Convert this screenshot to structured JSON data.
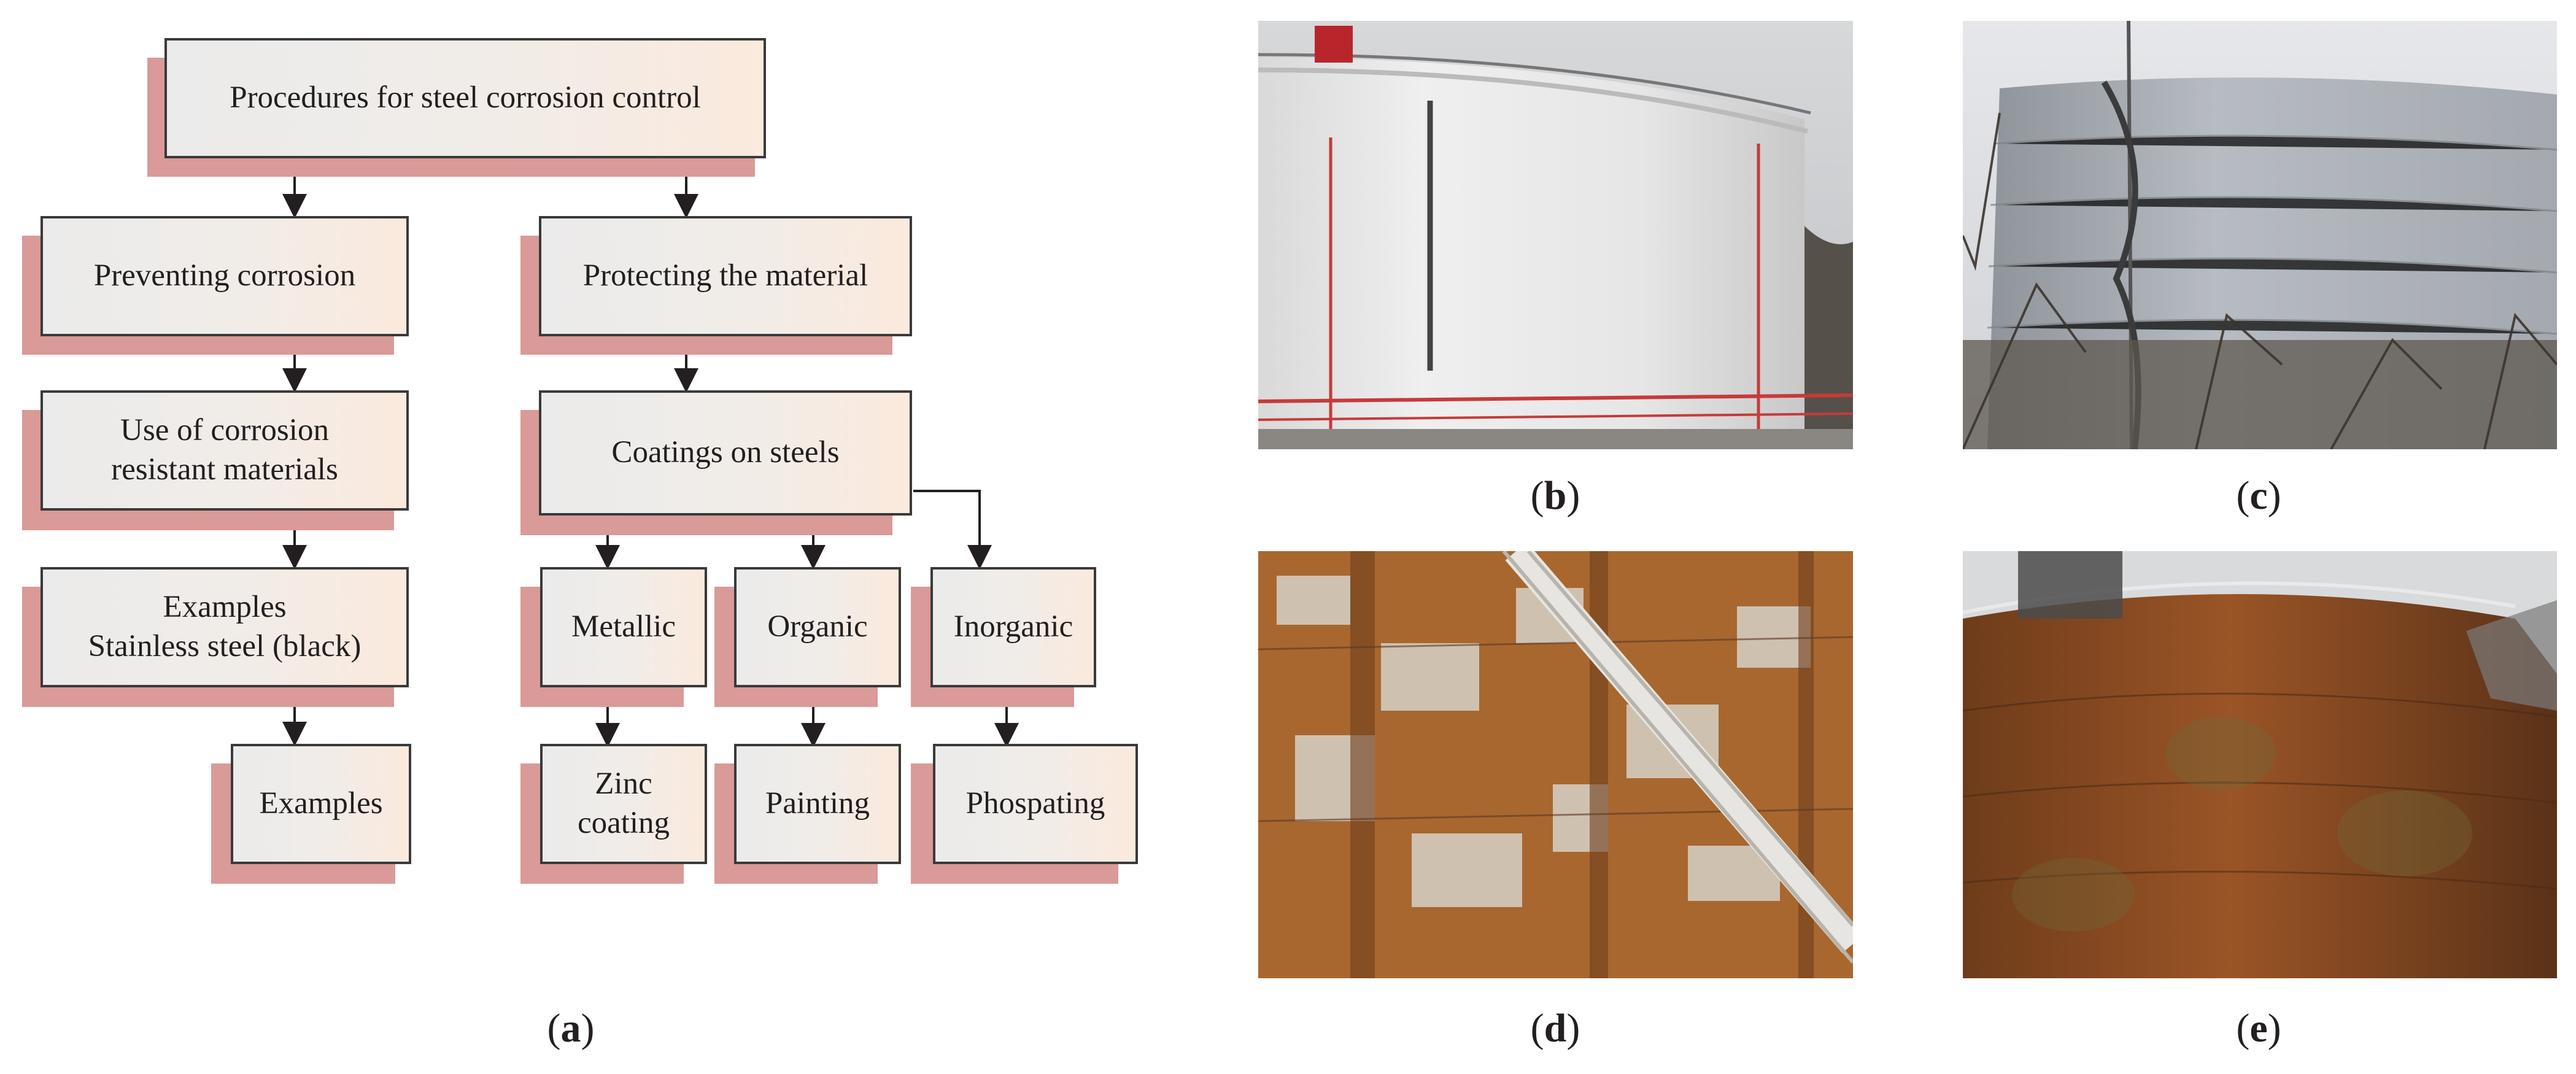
{
  "flowchart": {
    "root": "Procedures for steel corrosion control",
    "branch_left": "Preventing corrosion",
    "branch_right": "Protecting the material",
    "left_step2": "Use of corrosion\nresistant materials",
    "left_step3": "Examples\nStainless steel (black)",
    "left_step4": "Examples",
    "right_step2": "Coatings on steels",
    "coating_types": [
      "Metallic",
      "Organic",
      "Inorganic"
    ],
    "coating_examples": [
      "Zinc\ncoating",
      "Painting",
      "Phospating"
    ]
  },
  "captions": {
    "a": "a",
    "b": "b",
    "c": "c",
    "d": "d",
    "e": "e"
  },
  "photos": {
    "b": "white-painted-steel-tank",
    "c": "zinc-coated-steel-tank",
    "d": "rusted-tank-with-stairway",
    "e": "heavily-rusted-tank"
  },
  "colors": {
    "shadow": "#d99a98",
    "box_border": "#3a3a3a",
    "box_fill_left": "#ebebeb",
    "box_fill_right": "#fbeadd"
  }
}
